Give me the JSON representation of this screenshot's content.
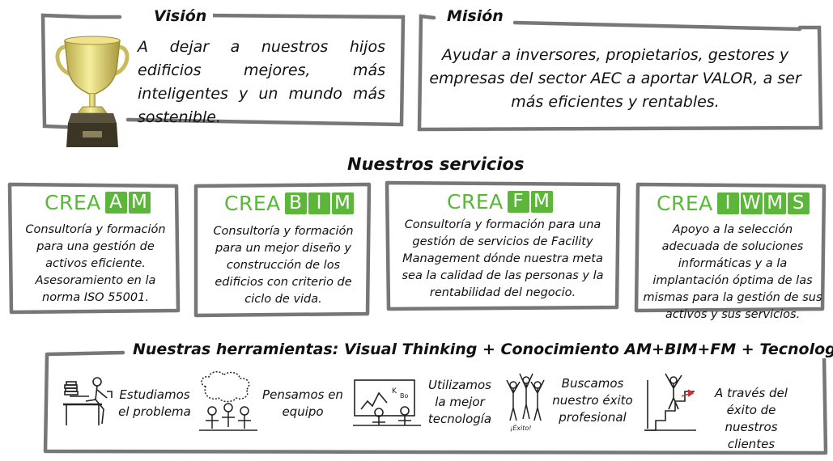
{
  "vision": {
    "title": "Visión",
    "text": "A dejar a nuestros hijos edificios mejores, más inteligentes y un mundo más sostenible."
  },
  "mision": {
    "title": "Misión",
    "text": "Ayudar a inversores, propietarios, gestores y empresas del sector AEC a aportar VALOR, a ser más eficientes y rentables."
  },
  "services": {
    "title": "Nuestros servicios",
    "items": [
      {
        "prefix": "CREA",
        "letters": [
          "A",
          "M"
        ],
        "text": "Consultoría y formación para una gestión de activos eficiente. Asesoramiento en la norma ISO 55001."
      },
      {
        "prefix": "CREA",
        "letters": [
          "B",
          "I",
          "M"
        ],
        "text": "Consultoría y formación para un mejor diseño y construcción de los edificios con criterio de ciclo de vida."
      },
      {
        "prefix": "CREA",
        "letters": [
          "F",
          "M"
        ],
        "text": "Consultoría y formación para una gestión de servicios de Facility Management dónde nuestra meta sea la calidad de las personas y la rentabilidad del negocio."
      },
      {
        "prefix": "CREA",
        "letters": [
          "I",
          "W",
          "M",
          "S"
        ],
        "text": "Apoyo a la selección adecuada de soluciones informáticas y a la implantación óptima de las mismas para la gestión de sus activos y sus servicios."
      }
    ]
  },
  "tools": {
    "title": "Nuestras herramientas: Visual Thinking + Conocimiento AM+BIM+FM + Tecnología",
    "items": [
      {
        "text": "Estudiamos el problema",
        "icon": "person-studying-icon"
      },
      {
        "text": "Pensamos en equipo",
        "icon": "team-thinking-icon"
      },
      {
        "text": "Utilizamos la mejor tecnología",
        "icon": "technology-presentation-icon"
      },
      {
        "text": "Buscamos nuestro éxito profesional",
        "icon": "celebration-icon"
      },
      {
        "text": "A través del éxito de nuestros clientes",
        "icon": "success-stairs-icon"
      }
    ]
  },
  "colors": {
    "accent_green": "#5cb63a",
    "frame_gray": "#777777"
  }
}
